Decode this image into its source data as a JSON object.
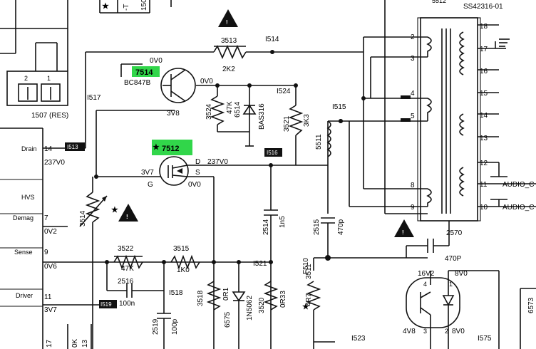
{
  "transformer": {
    "ref": "5512",
    "part": "SS42316-01"
  },
  "pins": {
    "p2": "2",
    "p3": "3",
    "p4": "4",
    "p5": "5",
    "p8": "8",
    "p9": "9",
    "p10": "10",
    "p11": "11",
    "p12": "12",
    "p13": "13",
    "p14": "14",
    "p15": "15",
    "p16": "16",
    "p17": "17",
    "p18": "18"
  },
  "audio_labels": [
    "AUDIO_C",
    "AUDIO_C"
  ],
  "resistors": {
    "r3513": "3513",
    "r3513v": "2K2",
    "r3524": "3524",
    "r3524v": "47K",
    "r3521": "3521",
    "r3521v": "3K3",
    "r3514": "3514",
    "r3522": "3522",
    "r3522v": "47K",
    "r3515": "3515",
    "r3515v": "1K0",
    "r3518": "3518",
    "r3518v": "0R1",
    "r3520": "3520",
    "r3520v": "0R33",
    "r3511": "3511",
    "r3511v": "4R7"
  },
  "capacitors": {
    "c2514": "2514",
    "c2514v": "1n5",
    "c2515": "2515",
    "c2515v": "470p",
    "c2516": "2516",
    "c2516v": "100n",
    "c2519": "2519",
    "c2519v": "100p",
    "c2570": "2570",
    "c2570v": "470P"
  },
  "diodes": {
    "d6514": "6514",
    "d6514t": "BAS316",
    "d6575": "6575",
    "d6575t": "1N5062"
  },
  "transistors": {
    "t7514": "7514",
    "t7514t": "BC847B",
    "t7512": "7512",
    "star": "★"
  },
  "inductor": {
    "l5511": "5511"
  },
  "fuse": {
    "f510": "F510"
  },
  "nodes": {
    "n1514": "I514",
    "n1515": "I515",
    "n1517": "I517",
    "n1518": "I518",
    "n1521": "I521",
    "n1523": "I523",
    "n1524": "I524",
    "n1575": "I575"
  },
  "tags": {
    "t1513": "I513",
    "t1516": "I516",
    "t1519": "I519"
  },
  "voltages": {
    "v0v0a": "0V0",
    "v0v0b": "0V0",
    "v3v8": "3V8",
    "v3v7a": "3V7",
    "v237v0a": "237V0",
    "v237v0b": "237V0",
    "v0v0c": "0V0",
    "v0v2": "0V2",
    "v0v6": "0V6",
    "v3v7b": "3V7",
    "v16v2": "16V2",
    "v4v8": "4V8",
    "v8v0a": "8V0",
    "v8v0b": "8V0"
  },
  "pinletters": {
    "d": "D",
    "g": "G",
    "s": "S"
  },
  "ic_pins": {
    "p14": "14",
    "p7": "7",
    "p9": "9",
    "p11": "11",
    "p17": "17",
    "p13": "13"
  },
  "ic_labels": {
    "drain": "Drain",
    "hvs": "HVS",
    "demag": "Demag",
    "sense": "Sense",
    "driver": "Driver"
  },
  "connector": {
    "ref": "1507 (RES)",
    "top": "1507",
    "p1": "1",
    "p2": "2"
  },
  "opto": {
    "p1": "1",
    "p2": "2",
    "p3": "3",
    "p4": "4"
  },
  "partial": {
    "k": "0K",
    "t": "-T",
    "n6573": "6573",
    "n5512": "5512"
  }
}
